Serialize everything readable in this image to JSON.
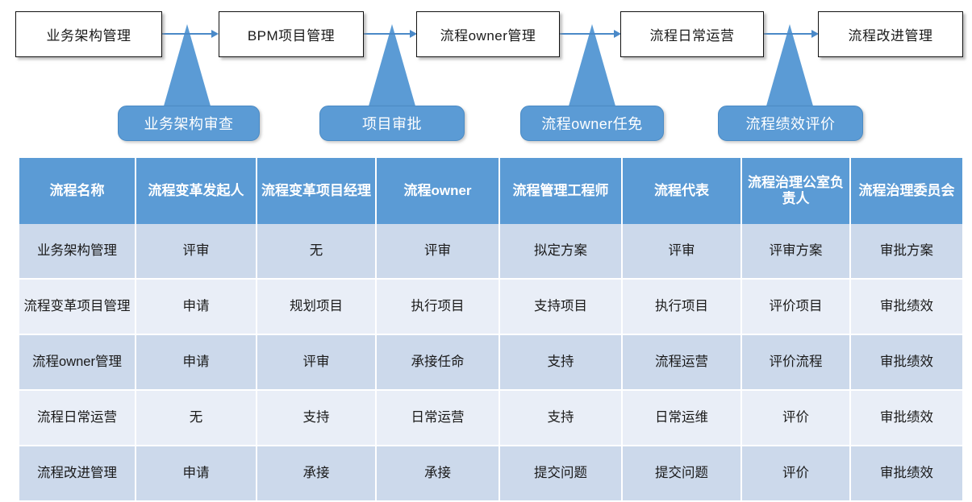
{
  "colors": {
    "accent_blue": "#5b9bd5",
    "arrow_blue": "#4a89c8",
    "header_blue": "#5b9bd5",
    "row_even": "#ccd9eb",
    "row_odd": "#e9eef7",
    "box_border": "#111111",
    "box_fill": "#ffffff"
  },
  "flow": {
    "boxes": [
      {
        "label": "业务架构管理"
      },
      {
        "label": "BPM项目管理"
      },
      {
        "label": "流程owner管理"
      },
      {
        "label": "流程日常运营"
      },
      {
        "label": "流程改进管理"
      }
    ],
    "pills": [
      {
        "label": "业务架构审查"
      },
      {
        "label": "项目审批"
      },
      {
        "label": "流程owner任免"
      },
      {
        "label": "流程绩效评价"
      }
    ],
    "arrow_count": 4,
    "triangle_count": 4
  },
  "table": {
    "headers": [
      "流程名称",
      "流程变革发起人",
      "流程变革项目经理",
      "流程owner",
      "流程管理工程师",
      "流程代表",
      "流程治理公室负责人",
      "流程治理委员会"
    ],
    "rows": [
      [
        "业务架构管理",
        "评审",
        "无",
        "评审",
        "拟定方案",
        "评审",
        "评审方案",
        "审批方案"
      ],
      [
        "流程变革项目管理",
        "申请",
        "规划项目",
        "执行项目",
        "支持项目",
        "执行项目",
        "评价项目",
        "审批绩效"
      ],
      [
        "流程owner管理",
        "申请",
        "评审",
        "承接任命",
        "支持",
        "流程运营",
        "评价流程",
        "审批绩效"
      ],
      [
        "流程日常运营",
        "无",
        "支持",
        "日常运营",
        "支持",
        "日常运维",
        "评价",
        "审批绩效"
      ],
      [
        "流程改进管理",
        "申请",
        "承接",
        "承接",
        "提交问题",
        "提交问题",
        "评价",
        "审批绩效"
      ]
    ]
  }
}
